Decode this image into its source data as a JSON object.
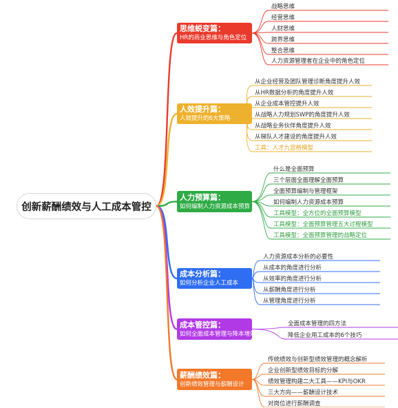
{
  "root": {
    "label": "创新薪酬绩效与人工成本管控"
  },
  "branches": [
    {
      "title": "思维蜕变篇：",
      "subtitle": "HR的商业思维与角色定位",
      "color": "#ea3a2b",
      "items": [
        {
          "text": "战略思维"
        },
        {
          "text": "经营思维"
        },
        {
          "text": "人财思维"
        },
        {
          "text": "跨界思维"
        },
        {
          "text": "整合思维"
        },
        {
          "text": "人力资源管理者在企业中的角色定位"
        }
      ]
    },
    {
      "title": "人效提升篇：",
      "subtitle": "人效提升的6大策略",
      "color": "#eeb12d",
      "items": [
        {
          "text": "从企业经营及团队管理诊断角度提升人效"
        },
        {
          "text": "从HR数据分析的角度提升人效"
        },
        {
          "text": "从企业成本管控提升人效"
        },
        {
          "text": "从战略人力规划SWP的角度提升人效"
        },
        {
          "text": "从战略业务伙伴角度提升人效"
        },
        {
          "text": "从梯队人才建设的角度提升人效"
        },
        {
          "text": "工具：人才九宫格模型",
          "style": "orange"
        }
      ]
    },
    {
      "title": "人力预算篇：",
      "subtitle": "如何编制人力资源成本预算",
      "color": "#2eab45",
      "items": [
        {
          "text": "什么是全面预算"
        },
        {
          "text": "三个层面全面理解全面预算"
        },
        {
          "text": "全面预算编制与管理框架"
        },
        {
          "text": "如何编制人力资源成本预算"
        },
        {
          "text": "工具模型：全方位的全面预算模型",
          "style": "green"
        },
        {
          "text": "工具模型：全面预算管理五大过程模型",
          "style": "green"
        },
        {
          "text": "工具模型：全面预算管理的战略定位",
          "style": "green"
        }
      ]
    },
    {
      "title": "成本分析篇：",
      "subtitle": "如何分析企业人工成本",
      "color": "#2f6df2",
      "items": [
        {
          "text": "人力资源成本分析的必要性"
        },
        {
          "text": "从成本的角度进行分析"
        },
        {
          "text": "从效率的角度进行分析"
        },
        {
          "text": "从薪酬角度进行分析"
        },
        {
          "text": "从管理角度进行分析"
        }
      ]
    },
    {
      "title": "成本管控篇：",
      "subtitle": "如何全面成本管理与降本增效方法",
      "color": "#b23ae6",
      "items": [
        {
          "text": "全面成本管理的四方法"
        },
        {
          "text": "降低企业用工成本的6个技巧"
        }
      ]
    },
    {
      "title": "薪酬绩效篇：",
      "subtitle": "创新绩效管理与薪酬设计",
      "color": "#f2782a",
      "items": [
        {
          "text": "传统绩效与创新型绩效管理的概念解析"
        },
        {
          "text": "企业创新型绩效目标的分解"
        },
        {
          "text": "绩效管理构建二大工具——KPI与OKR"
        },
        {
          "text": "三大方向——薪酬设计技术"
        },
        {
          "text": "对岗位进行薪酬调查"
        }
      ]
    }
  ]
}
